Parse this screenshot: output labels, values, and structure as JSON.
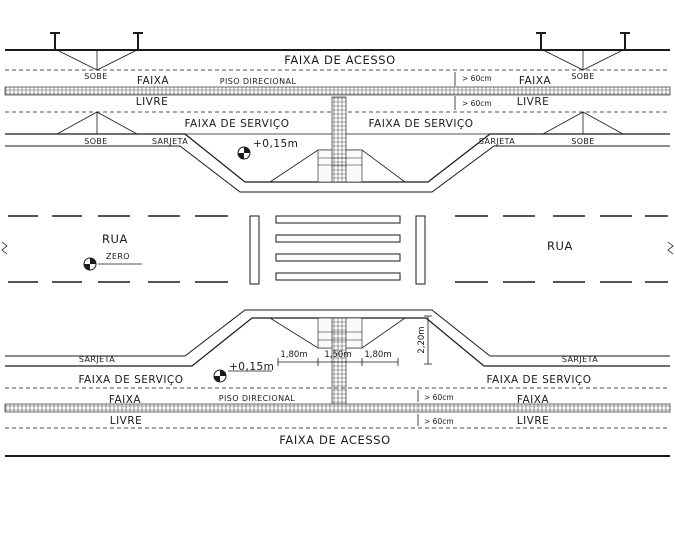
{
  "labels": {
    "faixa_de_acesso": "FAIXA DE ACESSO",
    "faixa": "FAIXA",
    "livre": "LIVRE",
    "piso_direcional": "PISO DIRECIONAL",
    "faixa_de_servico": "FAIXA DE SERVIÇO",
    "sobe": "SOBE",
    "sarjeta": "SARJETA",
    "rua": "RUA",
    "zero": "ZERO",
    "level_plus": "+0,15m",
    "gt60": "> 60cm",
    "dim_180": "1,80m",
    "dim_150": "1,50m",
    "dim_220": "2,20m"
  }
}
